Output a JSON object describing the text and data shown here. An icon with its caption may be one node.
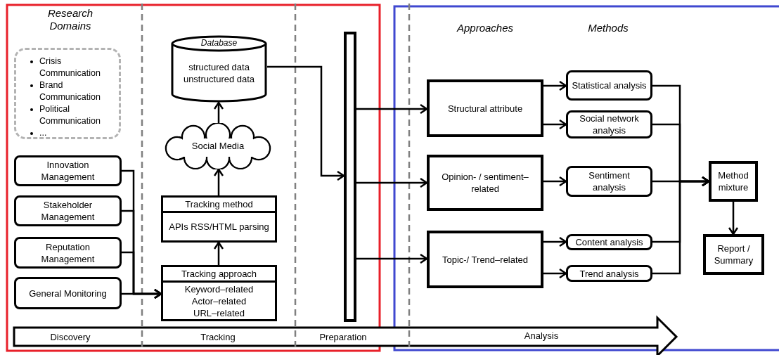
{
  "diagram": {
    "nodes": [
      {
        "text": [
          "Crisis Communication",
          "Brand Communication",
          "Political Communication",
          "..."
        ]
      },
      {
        "text": [
          "Innovation Management"
        ]
      },
      {
        "text": [
          "Stakeholder Management"
        ]
      },
      {
        "text": [
          "Reputation Management"
        ]
      },
      {
        "text": [
          "General Monitoring"
        ]
      },
      {
        "text": [
          "Tracking approach",
          "Keyword–related Actor–related URL–related"
        ]
      },
      {
        "text": [
          "Tracking method",
          "APIs RSS/HTML parsing"
        ]
      },
      {
        "text": [
          "Social Media"
        ]
      },
      {
        "text": [
          "Database",
          "structured data unstructured data"
        ]
      },
      {
        "text": [],
        "shape": "bar"
      },
      {
        "text": [
          "Structural attribute"
        ]
      },
      {
        "text": [
          "Opinion- / sentiment–related"
        ]
      },
      {
        "text": [
          "Topic-/ Trend–related"
        ]
      },
      {
        "text": [
          "Statistical analysis"
        ]
      },
      {
        "text": [
          "Social network analysis"
        ]
      },
      {
        "text": [
          "Sentiment analysis"
        ]
      },
      {
        "text": [
          "Content analysis"
        ]
      },
      {
        "text": [
          "Trend analysis"
        ]
      },
      {
        "text": [
          "Method mixture"
        ]
      },
      {
        "text": [
          "Report / Summary"
        ]
      }
    ],
    "edges": [
      {
        "from": 1,
        "to": 5,
        "arrow": "to"
      },
      {
        "from": 2,
        "to": 5,
        "arrow": "to"
      },
      {
        "from": 3,
        "to": 5,
        "arrow": "to"
      },
      {
        "from": 4,
        "to": 5,
        "arrow": "to"
      },
      {
        "from": 5,
        "to": 6,
        "arrow": "to"
      },
      {
        "from": 6,
        "to": 7,
        "arrow": "to"
      },
      {
        "from": 7,
        "to": 8,
        "arrow": "to"
      },
      {
        "from": 8,
        "to": 9,
        "arrow": "to"
      },
      {
        "from": 9,
        "to": 10,
        "arrow": "to"
      },
      {
        "from": 9,
        "to": 11,
        "arrow": "to"
      },
      {
        "from": 9,
        "to": 12,
        "arrow": "to"
      },
      {
        "from": 10,
        "to": 13,
        "arrow": "to"
      },
      {
        "from": 10,
        "to": 14,
        "arrow": "to"
      },
      {
        "from": 11,
        "to": 15,
        "arrow": "to"
      },
      {
        "from": 12,
        "to": 16,
        "arrow": "to"
      },
      {
        "from": 12,
        "to": 17,
        "arrow": "to"
      },
      {
        "from": 13,
        "to": 18,
        "arrow": "to"
      },
      {
        "from": 14,
        "to": 18,
        "arrow": "to"
      },
      {
        "from": 15,
        "to": 18,
        "arrow": "to"
      },
      {
        "from": 16,
        "to": 18,
        "arrow": "to"
      },
      {
        "from": 17,
        "to": 18,
        "arrow": "to"
      },
      {
        "from": 18,
        "to": 19,
        "arrow": "to"
      }
    ],
    "labels": [
      "Research Domains",
      "Approaches",
      "Methods",
      "Discovery",
      "Tracking",
      "Preparation",
      "Analysis"
    ]
  }
}
